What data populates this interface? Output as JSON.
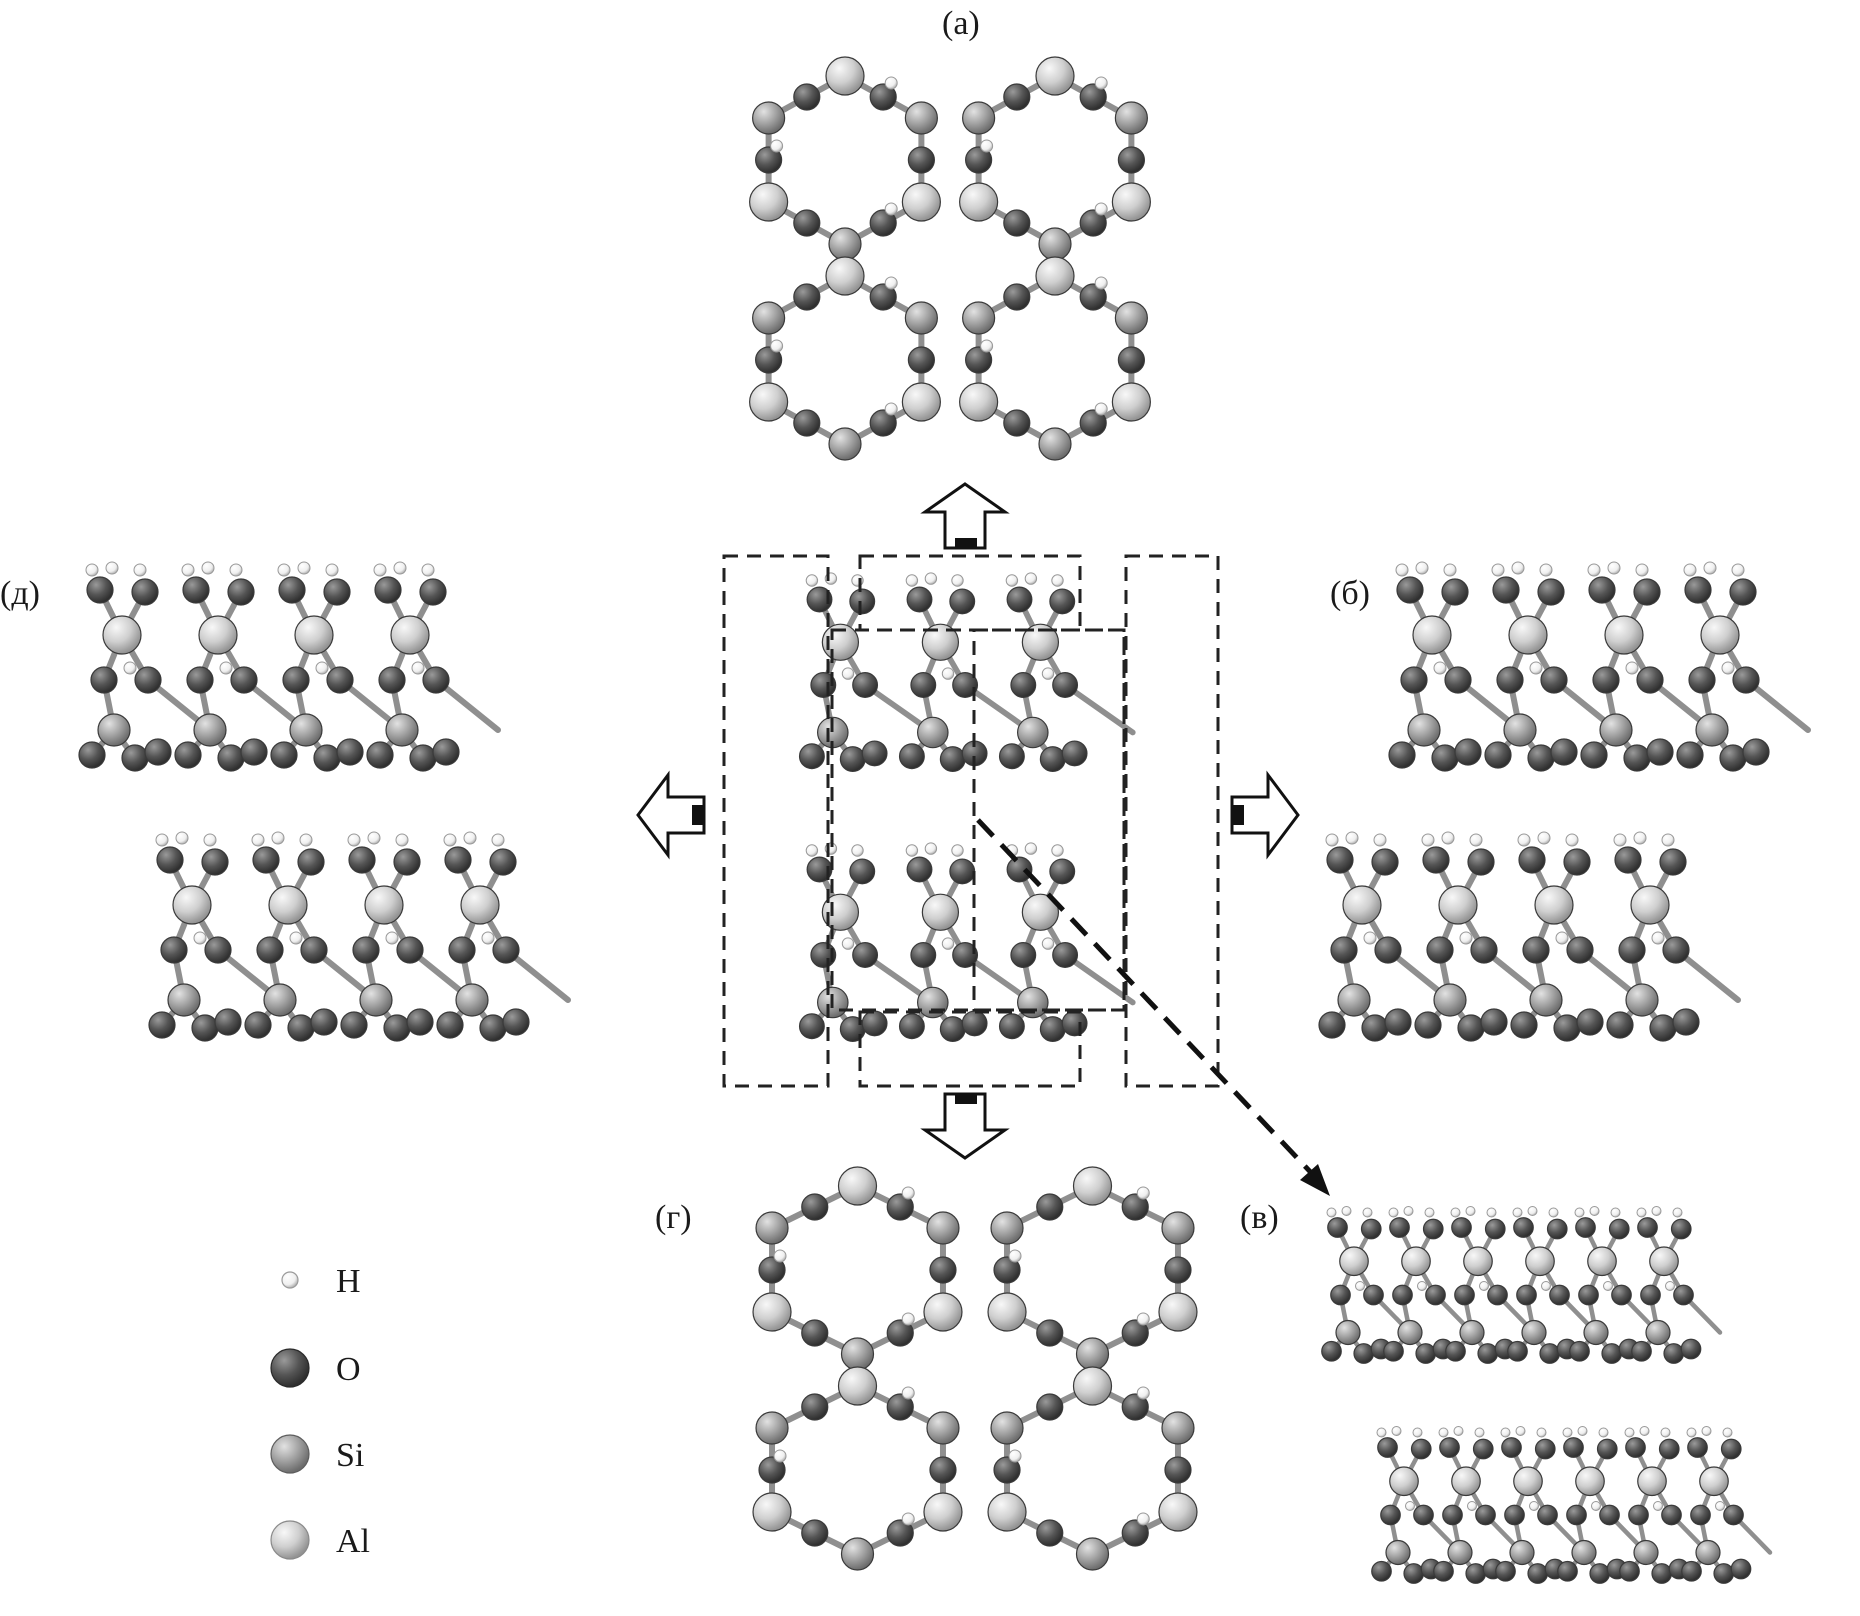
{
  "panels": {
    "a": "(a)",
    "b": "(б)",
    "v": "(в)",
    "g": "(г)",
    "d": "(д)"
  },
  "legend": [
    {
      "symbol": "H",
      "color": "#f4f4f4",
      "stroke": "#9a9a9a"
    },
    {
      "symbol": "O",
      "color": "#555555",
      "stroke": "#2a2a2a"
    },
    {
      "symbol": "Si",
      "color": "#9e9e9e",
      "stroke": "#5e5e5e"
    },
    {
      "symbol": "Al",
      "color": "#cfcfcf",
      "stroke": "#8a8a8a"
    }
  ],
  "colors": {
    "hydrogen": "#f4f4f4",
    "oxygen": "#555555",
    "silicon": "#9e9e9e",
    "aluminum": "#cfcfcf",
    "bond": "#8c8c8c",
    "outline": "#222222"
  },
  "arrows": [
    "up",
    "left",
    "right",
    "down",
    "diagonal-dashed"
  ]
}
